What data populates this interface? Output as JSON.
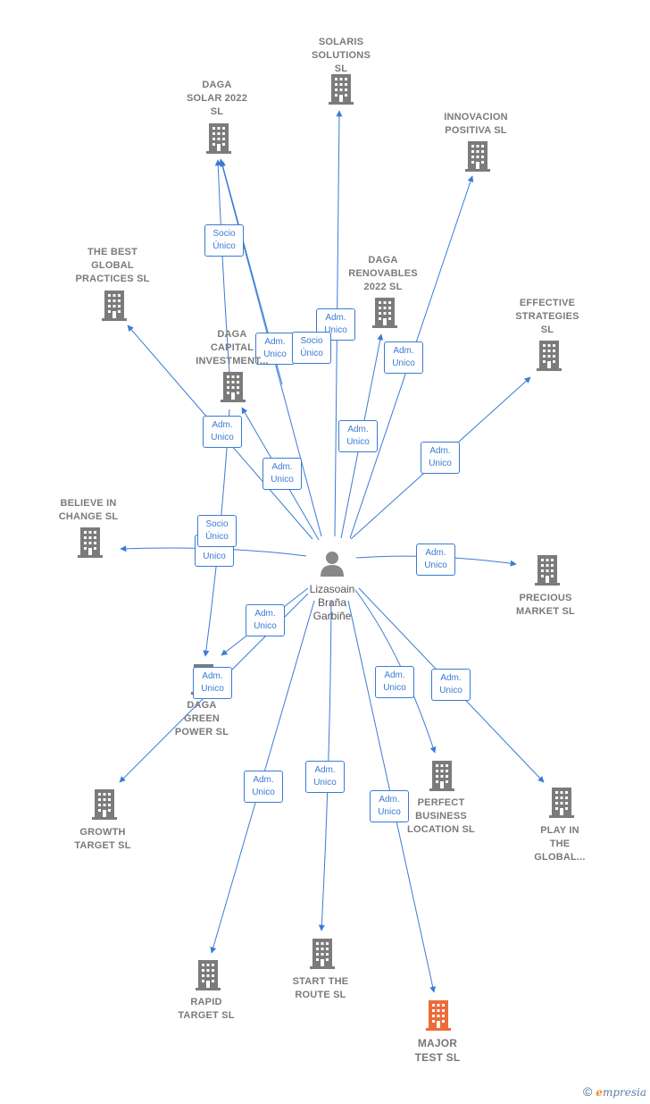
{
  "colors": {
    "edge": "#3a7bd5",
    "company": "#7b7b7b",
    "highlight": "#ee6b3a",
    "person": "#888888"
  },
  "person": {
    "name": "Lizasoain\nBraña\nGarbiñe",
    "icon": "person-icon"
  },
  "companies": [
    {
      "id": "solaris",
      "label": "SOLARIS\nSOLUTIONS\nSL"
    },
    {
      "id": "daga_solar",
      "label": "DAGA\nSOLAR 2022\nSL"
    },
    {
      "id": "innovacion",
      "label": "INNOVACION\nPOSITIVA  SL"
    },
    {
      "id": "best_global",
      "label": "THE BEST\nGLOBAL\nPRACTICES  SL"
    },
    {
      "id": "daga_renov",
      "label": "DAGA\nRENOVABLES\n2022  SL"
    },
    {
      "id": "effective",
      "label": "EFFECTIVE\nSTRATEGIES\nSL"
    },
    {
      "id": "daga_capital",
      "label": "DAGA\nCAPITAL\nINVESTMENT..."
    },
    {
      "id": "believe",
      "label": "BELIEVE IN\nCHANGE  SL"
    },
    {
      "id": "precious",
      "label": "PRECIOUS\nMARKET  SL"
    },
    {
      "id": "daga_green",
      "label": "DAGA\nGREEN\nPOWER  SL"
    },
    {
      "id": "growth",
      "label": "GROWTH\nTARGET SL"
    },
    {
      "id": "perfect",
      "label": "PERFECT\nBUSINESS\nLOCATION  SL"
    },
    {
      "id": "play",
      "label": "PLAY IN\nTHE\nGLOBAL..."
    },
    {
      "id": "rapid",
      "label": "RAPID\nTARGET  SL"
    },
    {
      "id": "start",
      "label": "START THE\nROUTE  SL"
    },
    {
      "id": "major",
      "label": "MAJOR\nTEST  SL",
      "highlight": true
    }
  ],
  "edges": [
    {
      "to": "solaris",
      "label": "Adm.\nUnico"
    },
    {
      "to": "daga_solar",
      "label": "Adm.\nUnico"
    },
    {
      "to": "daga_solar",
      "label": "Socio\nÚnico",
      "from": "daga_capital"
    },
    {
      "to": "daga_solar",
      "label": "Socio\nÚnico"
    },
    {
      "to": "innovacion",
      "label": "Adm.\nUnico"
    },
    {
      "to": "best_global",
      "label": "Adm.\nUnico"
    },
    {
      "to": "daga_renov",
      "label": "Adm.\nUnico"
    },
    {
      "to": "effective",
      "label": "Adm.\nUnico"
    },
    {
      "to": "daga_capital",
      "label": "Adm.\nUnico"
    },
    {
      "to": "believe",
      "label": "Adm.\nUnico"
    },
    {
      "to": "precious",
      "label": "Adm.\nUnico"
    },
    {
      "to": "daga_green",
      "label": "Adm.\nUnico"
    },
    {
      "to": "daga_green",
      "label": "Socio\nÚnico",
      "from": "daga_capital"
    },
    {
      "to": "growth",
      "label": "Adm.\nUnico"
    },
    {
      "to": "perfect",
      "label": "Adm.\nUnico"
    },
    {
      "to": "play",
      "label": "Adm.\nUnico"
    },
    {
      "to": "rapid",
      "label": "Adm.\nUnico"
    },
    {
      "to": "start",
      "label": "Adm.\nUnico"
    },
    {
      "to": "major",
      "label": "Adm.\nUnico"
    }
  ],
  "brand": {
    "copyright": "©",
    "initial": "e",
    "name": "mpresia"
  }
}
